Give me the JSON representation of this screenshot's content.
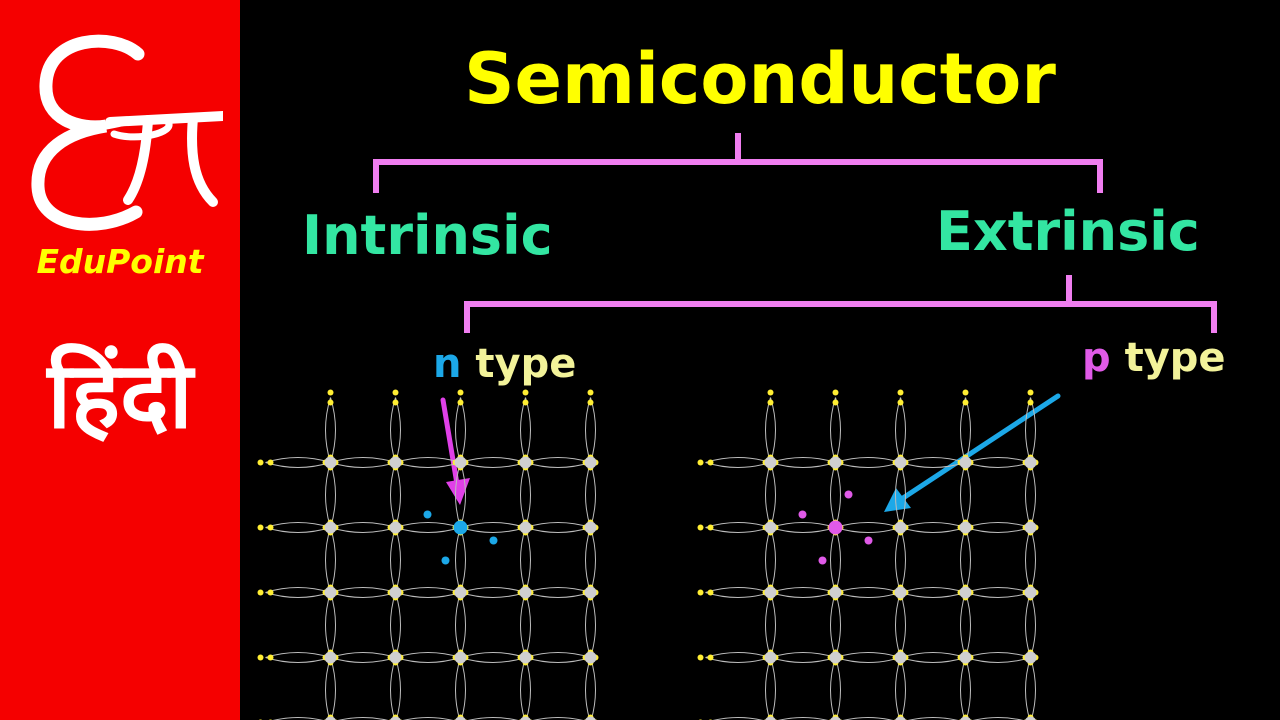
{
  "brand": {
    "name": "EduPoint",
    "language": "हिंदी",
    "colors": {
      "panel": "#f50000",
      "name": "#ffff00",
      "logo": "#ffffff"
    }
  },
  "diagram": {
    "title": "Semiconductor",
    "branches": {
      "left": "Intrinsic",
      "right": "Extrinsic"
    },
    "subtypes": {
      "n": {
        "letter": "n",
        "word": "type",
        "letter_color": "#1ca8e8"
      },
      "p": {
        "letter": "p",
        "word": "type",
        "letter_color": "#e05ae8"
      }
    },
    "colors": {
      "title": "#ffff00",
      "branch_text": "#33e6a2",
      "bracket": "#f07ef0",
      "type_word": "#f3f39a",
      "arrow_n": "#e040e8",
      "arrow_p": "#1ca8e8",
      "lattice_atom": "#cfcfcf",
      "lattice_electron": "#ffee33",
      "lattice_bond": "#bdbdbd",
      "donor": "#1ca8e8",
      "acceptor": "#e05ae8"
    }
  }
}
